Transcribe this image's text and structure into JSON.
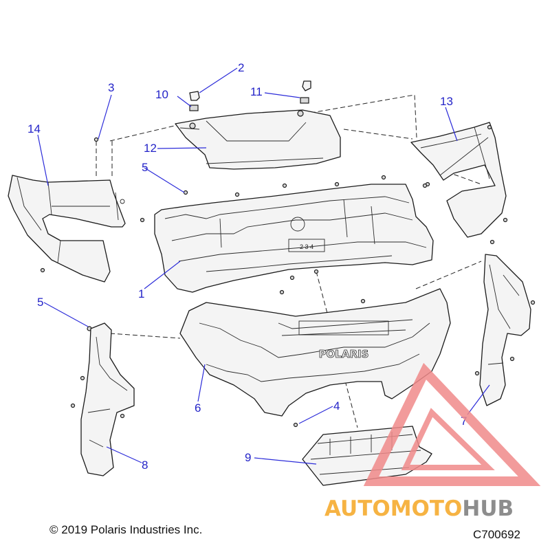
{
  "diagram": {
    "callouts": [
      {
        "id": "c1",
        "label": "1"
      },
      {
        "id": "c2",
        "label": "2"
      },
      {
        "id": "c3",
        "label": "3"
      },
      {
        "id": "c4",
        "label": "4"
      },
      {
        "id": "c5a",
        "label": "5"
      },
      {
        "id": "c5b",
        "label": "5"
      },
      {
        "id": "c6",
        "label": "6"
      },
      {
        "id": "c7",
        "label": "7"
      },
      {
        "id": "c8",
        "label": "8"
      },
      {
        "id": "c9",
        "label": "9"
      },
      {
        "id": "c10",
        "label": "10"
      },
      {
        "id": "c11",
        "label": "11"
      },
      {
        "id": "c12",
        "label": "12"
      },
      {
        "id": "c13",
        "label": "13"
      },
      {
        "id": "c14",
        "label": "14"
      }
    ],
    "part_text": "POLARIS",
    "dash_labels": [
      "2",
      "3",
      "4"
    ]
  },
  "footer": {
    "copyright": "© 2019 Polaris Industries Inc.",
    "figure_id": "C700692"
  },
  "watermark": {
    "text_auto": "AUTOMOTO",
    "text_hub": "HUB",
    "color_primary": "#f08a8a",
    "color_accent": "#f5a623",
    "color_secondary": "#7a7a7a"
  },
  "colors": {
    "callout": "#2323c8",
    "leader": "#2b2bd9",
    "outline": "#1a1a1a"
  }
}
